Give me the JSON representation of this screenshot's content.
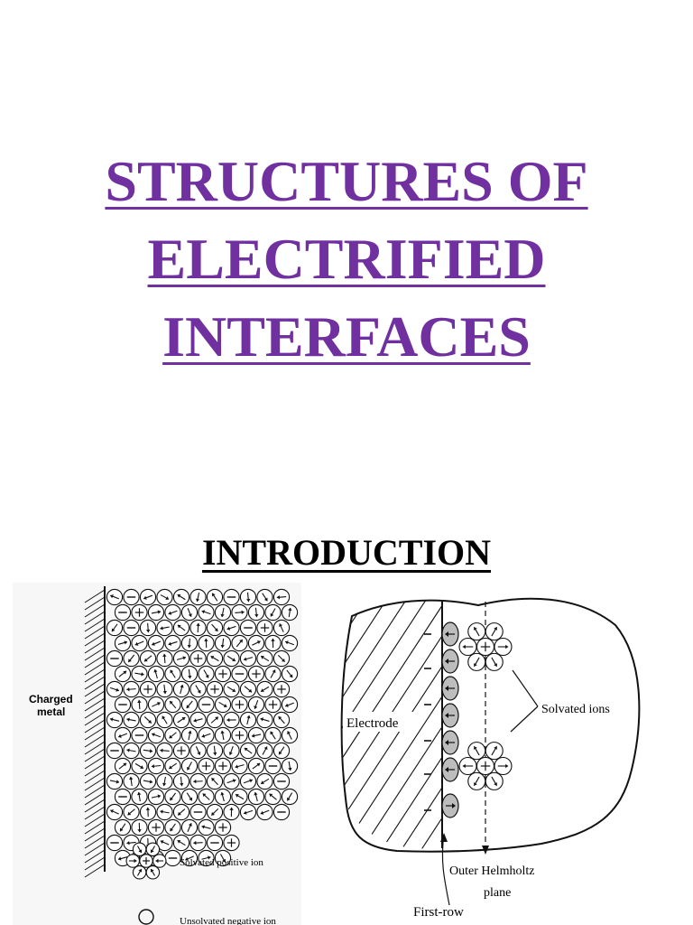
{
  "title": {
    "line1": "STRUCTURES OF",
    "line2": "ELECTRIFIED",
    "line3": "INTERFACES",
    "color": "#7030a0"
  },
  "subtitle": "INTRODUCTION",
  "left_figure": {
    "label_line1": "Charged",
    "label_line2": "metal",
    "legend_positive": "Solvated positive ion",
    "legend_negative": "Unsolvated negative ion"
  },
  "right_figure": {
    "electrode_label": "Electrode",
    "solvated_ions_label": "Solvated ions",
    "ohp_line1": "Outer Helmholtz",
    "ohp_line2": "plane",
    "first_row_label": "First-row"
  }
}
